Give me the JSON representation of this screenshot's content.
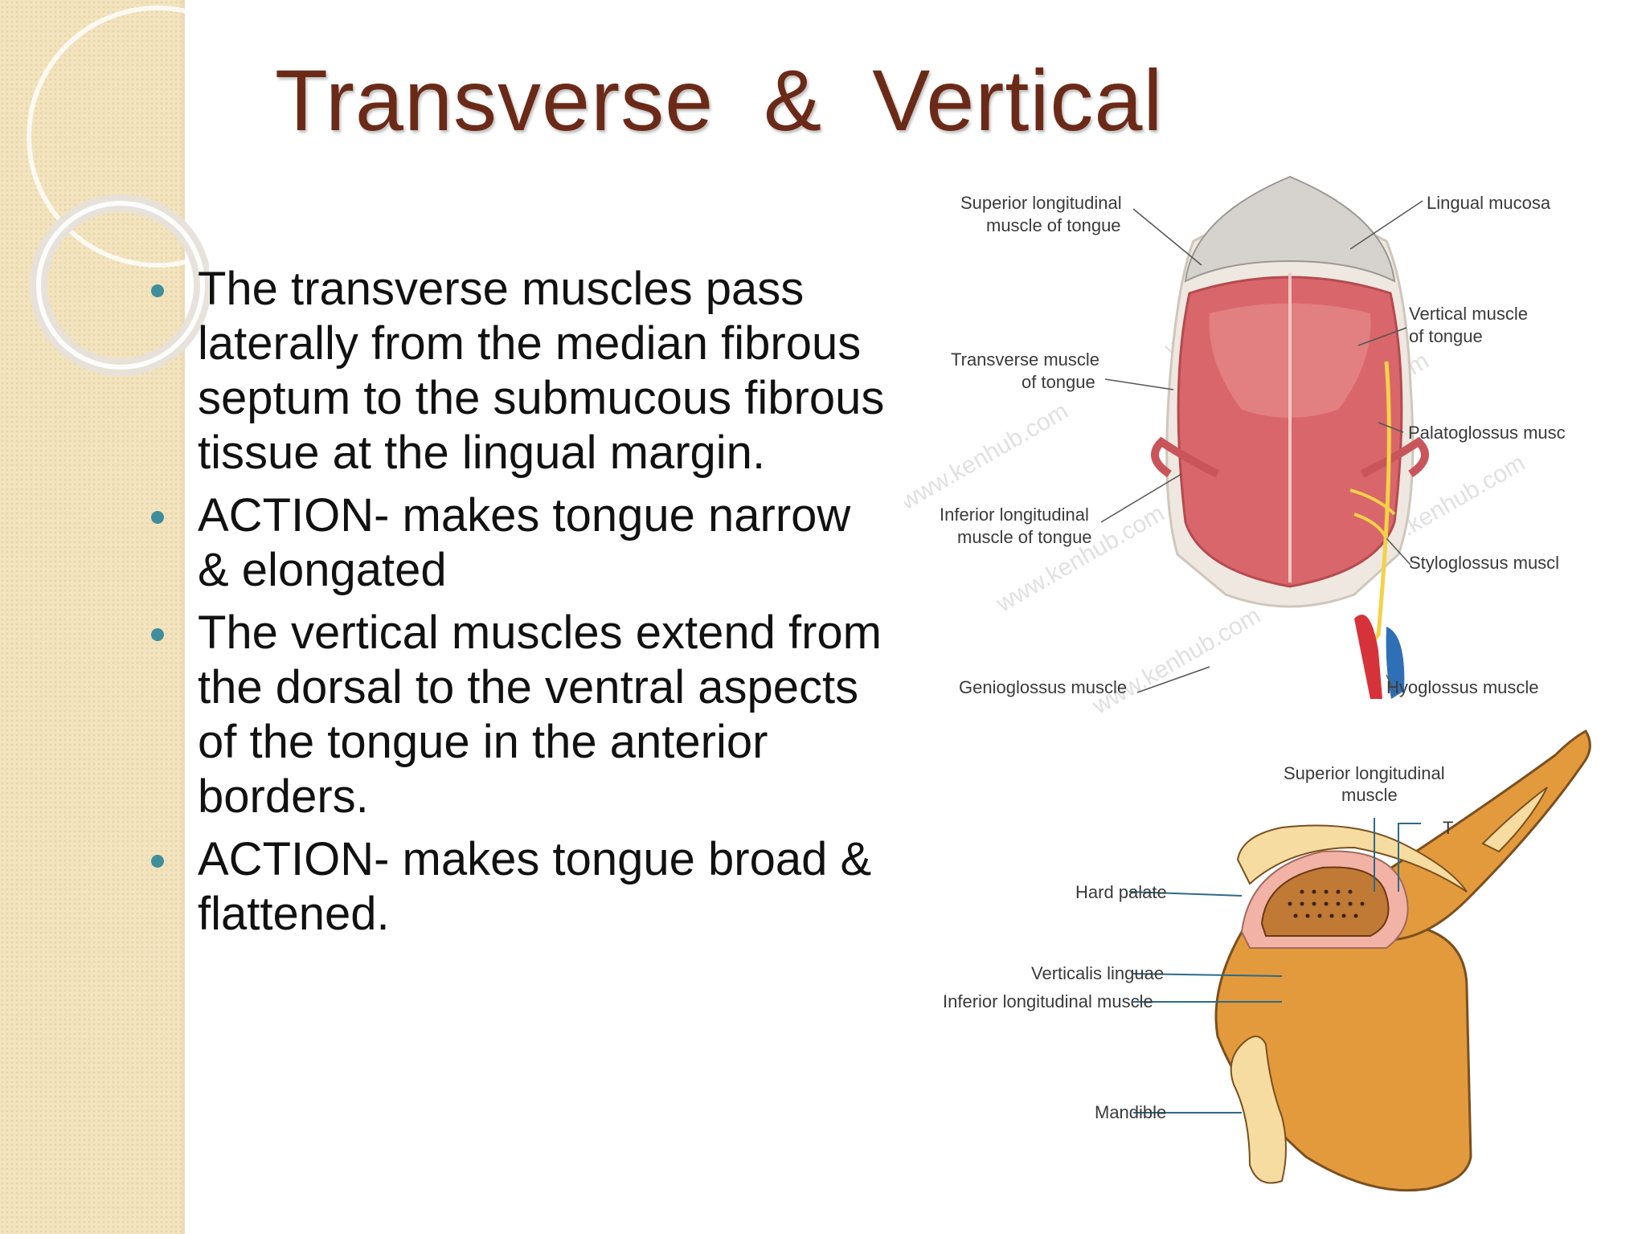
{
  "slide": {
    "title": "Transverse  &  Vertical",
    "bullets": [
      "The transverse muscles pass laterally from the median fibrous septum to the submucous fibrous tissue at the lingual margin.",
      "ACTION- makes tongue narrow & elongated",
      "The vertical muscles extend from the dorsal to the ventral aspects of the tongue in the anterior borders.",
      "ACTION- makes tongue broad & flattened."
    ]
  },
  "figure_top": {
    "watermark": "www.kenhub.com",
    "labels": {
      "superior_longitudinal": [
        "Superior longitudinal",
        "muscle of tongue"
      ],
      "lingual_mucosa": "Lingual mucosa",
      "vertical_muscle": [
        "Vertical muscle",
        "of tongue"
      ],
      "transverse_muscle": [
        "Transverse muscle",
        "of tongue"
      ],
      "palatoglossus": "Palatoglossus musc",
      "inferior_longitudinal": [
        "Inferior longitudinal",
        "muscle of tongue"
      ],
      "styloglossus": "Styloglossus muscl",
      "genioglossus": "Genioglossus muscle",
      "hyoglossus": "Hyoglossus muscle"
    }
  },
  "figure_bottom": {
    "labels": {
      "superior_longitudinal": [
        "Superior longitudinal",
        "muscle"
      ],
      "t_marker": "T",
      "hard_palate": "Hard palate",
      "verticalis": "Verticalis linguae",
      "inferior_longitudinal": "Inferior longitudinal muscle",
      "mandible": "Mandible"
    }
  },
  "colors": {
    "title": "#6b2a18",
    "bullet": "#3e8e9c",
    "sidebar": "#f3e4c0",
    "muscle": "#d9666a",
    "orange": "#e39a3c"
  }
}
